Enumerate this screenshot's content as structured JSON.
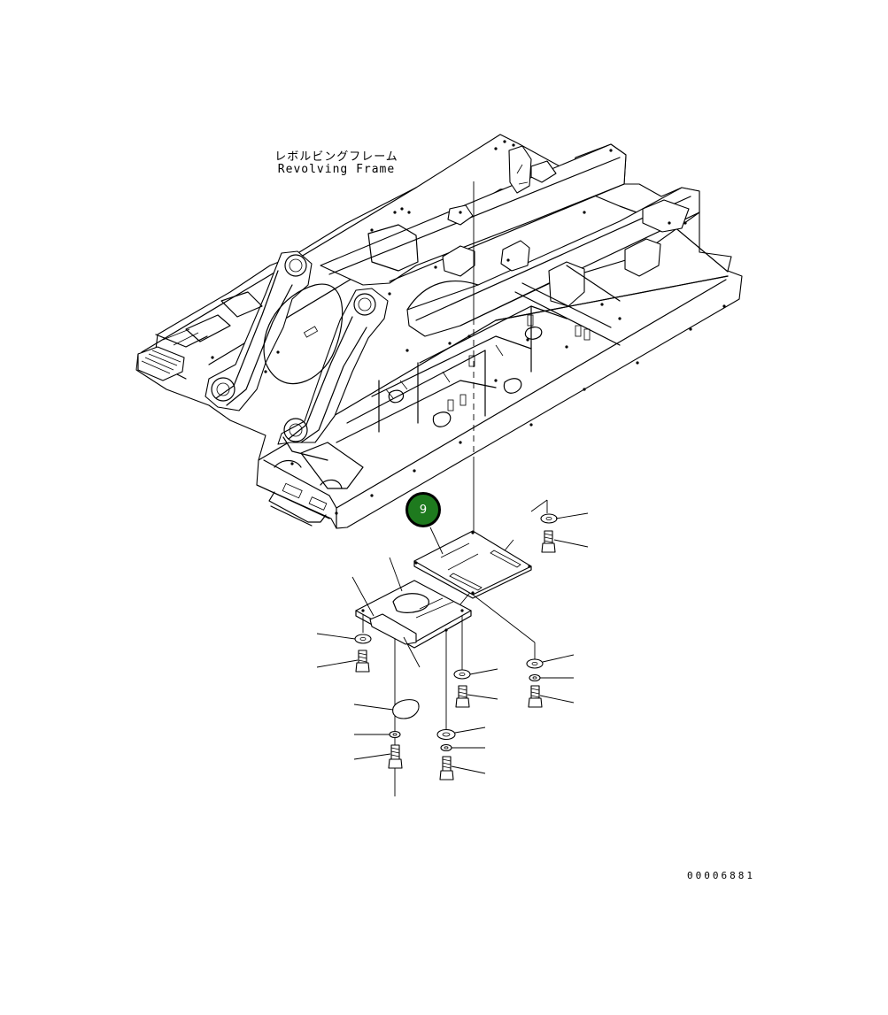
{
  "frame_label": {
    "japanese": "レボルビングフレーム",
    "english": "Revolving Frame"
  },
  "callout": {
    "number": "9",
    "color": "#1e7a1e"
  },
  "drawing_number": "00006881"
}
